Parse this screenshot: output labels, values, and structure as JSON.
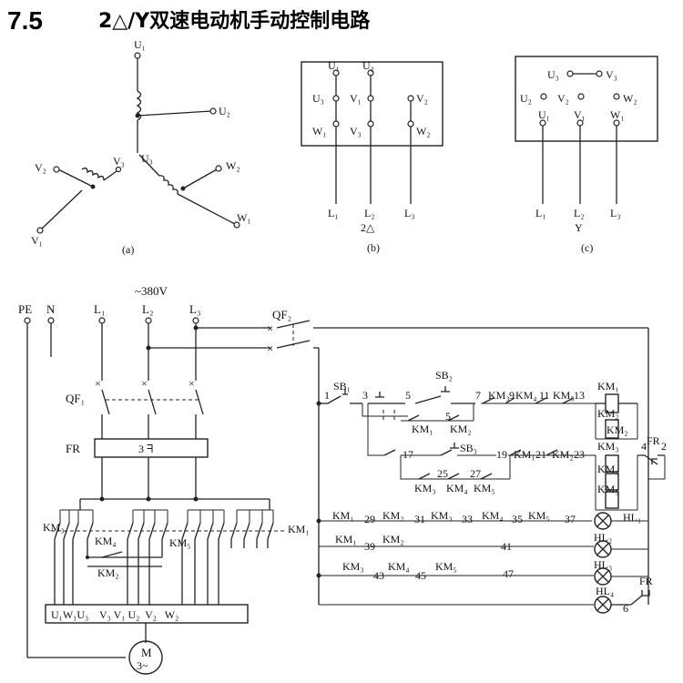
{
  "header": {
    "section": "7.5",
    "title": "2△/Y双速电动机手动控制电路"
  },
  "fig_a": {
    "caption": "(a)",
    "terminals": {
      "U1": "U₁",
      "U2": "U₂",
      "U3": "U₃",
      "V1": "V₁",
      "V2": "V₂",
      "V3": "V₃",
      "W1": "W₁",
      "W2": "W₂"
    }
  },
  "fig_b": {
    "caption": "(b)",
    "mode": "2△",
    "terminals": {
      "U1": "U₁",
      "U2": "U₂",
      "U3": "U₃",
      "V1": "V₁",
      "V2": "V₂",
      "V3": "V₃",
      "W1": "W₁",
      "W2": "W₂"
    },
    "lines": {
      "L1": "L₁",
      "L2": "L₂",
      "L3": "L₃"
    }
  },
  "fig_c": {
    "caption": "(c)",
    "mode": "Y",
    "terminals": {
      "U1": "U₁",
      "U2": "U₂",
      "U3": "U₃",
      "V1": "V₁",
      "V2": "V₂",
      "V3": "V₃",
      "W1": "W₁",
      "W2": "W₂"
    },
    "lines": {
      "L1": "L₁",
      "L2": "L₂",
      "L3": "L₃"
    }
  },
  "circuit": {
    "voltage": "~380V",
    "pe": "PE",
    "n": "N",
    "l1": "L₁",
    "l2": "L₂",
    "l3": "L₃",
    "qf1": "QF₁",
    "qf2": "QF₂",
    "fr": "FR",
    "fr_elem": "3 ᖷ",
    "km1": "KM₁",
    "km2": "KM₂",
    "km3": "KM₃",
    "km4": "KM₄",
    "km5": "KM₅",
    "motor_top": "M",
    "motor_bottom": "3~",
    "terminal_strip": "U₁W₁U₃    V₃ V₁ U₂  V₂   W₂",
    "sb1": "SB₁",
    "sb2": "SB₂",
    "sb3": "SB₃",
    "hl1": "HL₁",
    "hl2": "HL₂",
    "hl3": "HL₃",
    "hl4": "HL₄",
    "nodes": {
      "n1": "1",
      "n3": "3",
      "n5": "5",
      "n5b": "5",
      "n7": "7",
      "n9": "9",
      "n11": "11",
      "n13": "13",
      "n17": "17",
      "n19": "19",
      "n21": "21",
      "n23": "23",
      "n25": "25",
      "n27": "27",
      "n29": "29",
      "n31": "31",
      "n33": "33",
      "n35": "35",
      "n37": "37",
      "n39": "39",
      "n41": "41",
      "n43": "43",
      "n45": "45",
      "n47": "47",
      "n4": "4",
      "n2": "2",
      "n6": "6"
    },
    "row1_km": {
      "a": "KM₃",
      "b": "KM₄",
      "c": "KM₅"
    },
    "row1_int": {
      "a": "KM₁",
      "b": "KM₂"
    },
    "row2_km": {
      "a": "KM₁",
      "b": "KM₂"
    },
    "row2_int": {
      "a": "KM₃",
      "b": "KM₄",
      "c": "KM₅"
    },
    "hl1_row": {
      "a": "KM₁",
      "b": "KM₂",
      "c": "KM₃",
      "d": "KM₄",
      "e": "KM₅"
    },
    "hl2_row": {
      "a": "KM₁",
      "b": "KM₂"
    },
    "hl3_row": {
      "a": "KM₃",
      "b": "KM₄",
      "c": "KM₅"
    }
  }
}
